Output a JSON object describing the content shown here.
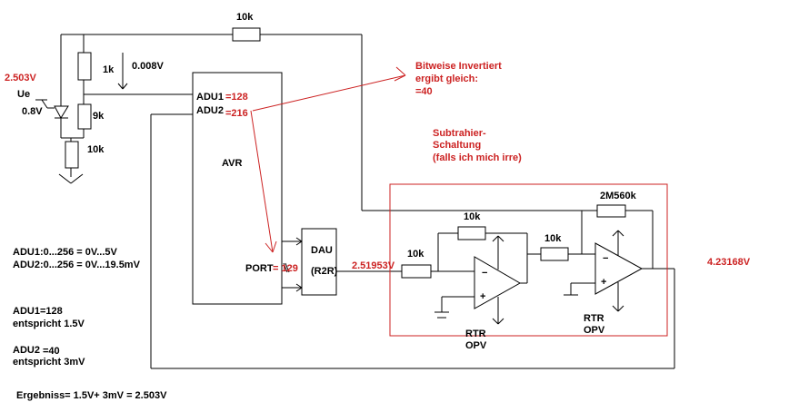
{
  "labels": {
    "r_top": "10k",
    "r_1k": "1k",
    "drop_008": "0.008V",
    "v_in": "2.503V",
    "ue": "Ue",
    "diode_v": "0.8V",
    "r_9k": "9k",
    "r_10k_low": "10k",
    "adu1": "ADU1",
    "adu1_val": "=128",
    "adu2": "ADU2",
    "adu2_val": "=216",
    "avr": "AVR",
    "port": "PORT",
    "port_val": "= 129",
    "dau": "DAU",
    "r2r": "(R2R)",
    "dau_out": "2.51953V",
    "r_in": "10k",
    "r_fb": "10k",
    "r_mid": "10k",
    "r_big": "2M560k",
    "v_out": "4.23168V",
    "opv1_line1": "RTR",
    "opv1_line2": "OPV",
    "opv2_line1": "RTR",
    "opv2_line2": "OPV",
    "note_invert_1": "Bitweise Invertiert",
    "note_invert_2": "ergibt gleich:",
    "note_invert_3": "=40",
    "note_sub_1": "Subtrahier-",
    "note_sub_2": "Schaltung",
    "note_sub_3": "(falls ich mich irre)",
    "range_1": "ADU1:0...256  =  0V...5V",
    "range_2": "ADU2:0...256  =  0V...19.5mV",
    "adu1_eq": "ADU1=128",
    "adu1_eq_desc": "entspricht 1.5V",
    "adu2_eq_a": "ADU2",
    "adu2_eq_b": "=40",
    "adu2_eq_desc": "entspricht 3mV",
    "result": "Ergebniss= 1.5V+ 3mV = 2.503V"
  },
  "colors": {
    "ink": "#000000",
    "annotation": "#cc2222"
  }
}
